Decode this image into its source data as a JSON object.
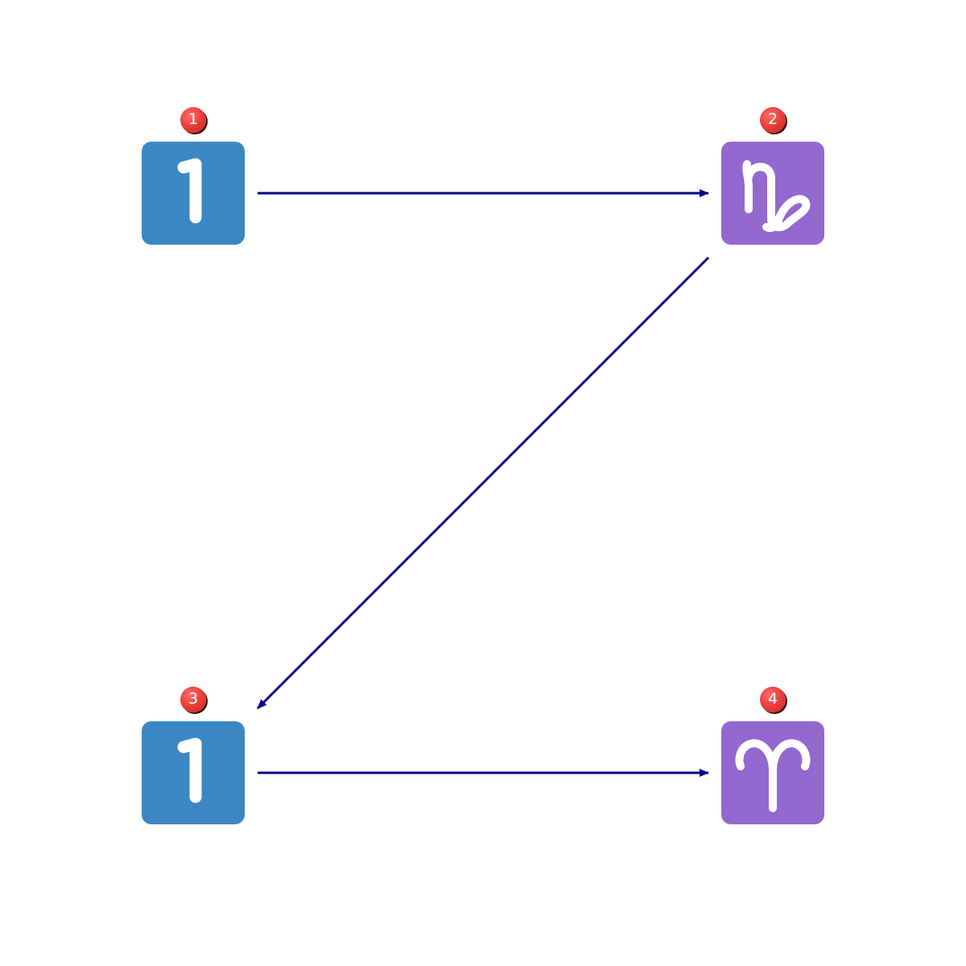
{
  "colors": {
    "edge": "#00008b",
    "node_default": "#3b87c4",
    "node_zodiac": "#9368cf",
    "badge": "#e53935",
    "glyph": "#ffffff"
  },
  "nodes": [
    {
      "badge": "1",
      "icon": "keycap-digit-one-icon",
      "color": "#3b87c4"
    },
    {
      "badge": "2",
      "icon": "capricorn-icon",
      "color": "#9368cf"
    },
    {
      "badge": "3",
      "icon": "keycap-digit-one-icon",
      "color": "#3b87c4"
    },
    {
      "badge": "4",
      "icon": "aries-icon",
      "color": "#9368cf"
    }
  ],
  "edges": [
    {
      "from": "1",
      "to": "2"
    },
    {
      "from": "2",
      "to": "3"
    },
    {
      "from": "3",
      "to": "4"
    }
  ]
}
